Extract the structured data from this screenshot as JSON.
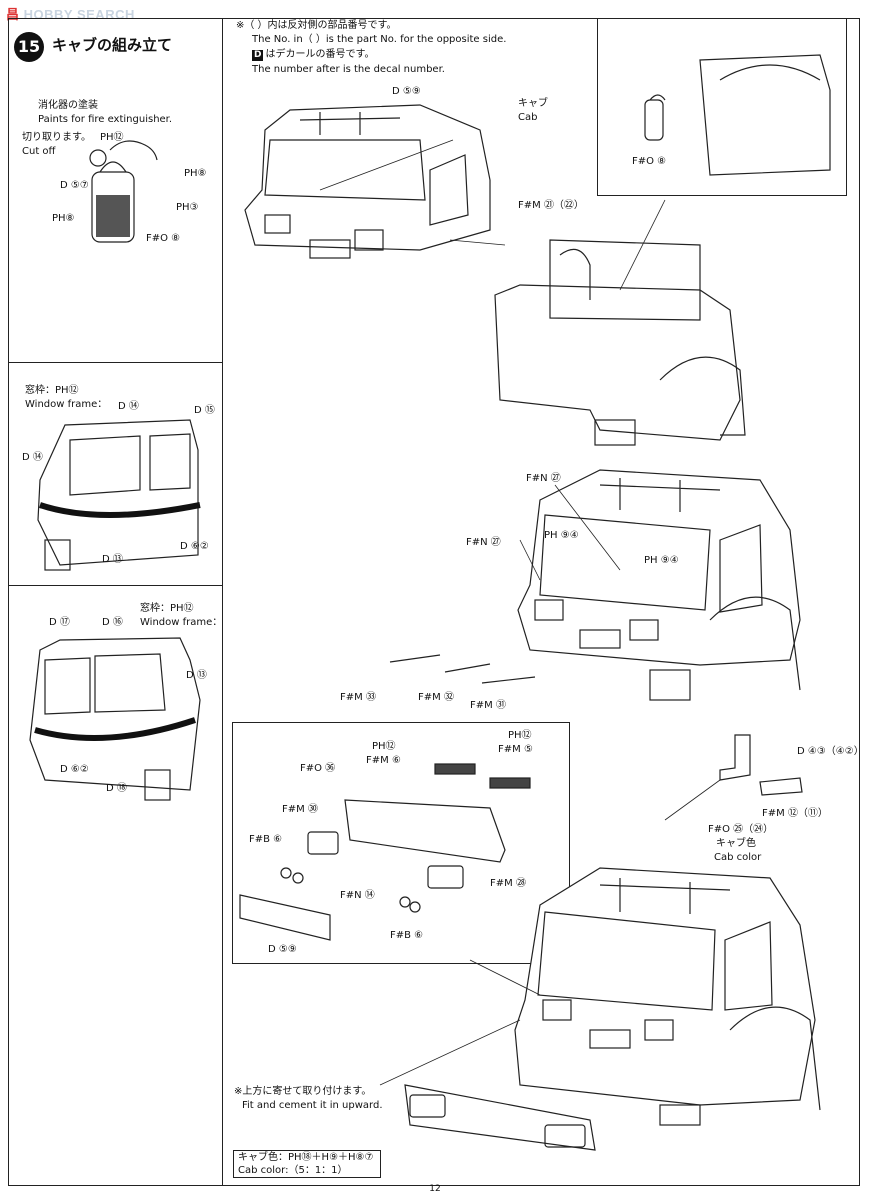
{
  "watermark": {
    "brand_cn": "昌",
    "brand_latin": "HOBBY SEARCH"
  },
  "step": {
    "number": "15",
    "title": "キャブの組み立て"
  },
  "notes": {
    "line1_jp": "※（ ）内は反対側の部品番号です。",
    "line2_en": "The No. in（ ）is the part No. for the opposite side.",
    "line3_jp": "はデカールの番号です。",
    "line4_en": "The number after     is the decal number.",
    "decal_mark": "D"
  },
  "extinguisher": {
    "title_jp": "消化器の塗装",
    "title_en": "Paints for fire extinguisher.",
    "cut_jp": "切り取ります。",
    "cut_en": "Cut off",
    "ph12": "PH⑫",
    "ph8_a": "PH⑧",
    "ph3": "PH③",
    "ph8_b": "PH⑧",
    "d57": "D ⑤⑦",
    "fo8": "F#O ⑧"
  },
  "side1": {
    "label_jp": "窓枠：PH⑫",
    "label_en": "Window frame：",
    "d_a": "D ⑭",
    "d_b": "D ⑮",
    "d_c": "D ⑭",
    "d_62": "D ⑥②",
    "d_13": "D ⑬"
  },
  "side2": {
    "label_jp": "窓枠：PH⑫",
    "label_en": "Window frame：",
    "d_17": "D ⑰",
    "d_16": "D ⑯",
    "d_13": "D ⑬",
    "d_62": "D ⑥②",
    "d_18": "D ⑱"
  },
  "top_area": {
    "d59": "D ⑤⑨",
    "cab_jp": "キャブ",
    "cab_en": "Cab",
    "fm21": "F#M ㉑（㉒）",
    "inset_fo8": "F#O ⑧"
  },
  "mid_area": {
    "fn27_a": "F#N ㉗",
    "fn27_b": "F#N ㉗",
    "ph94_a": "PH ⑨④",
    "ph94_b": "PH ⑨④",
    "fm33": "F#M ㉝",
    "fm32": "F#M ㉜",
    "fm31": "F#M ㉛",
    "d43": "D ④③（④②）",
    "fm12": "F#M ⑫（⑪）",
    "fo25": "F#O ㉕（㉔）",
    "cabcolor_jp": "キャブ色",
    "cabcolor_en": "Cab color"
  },
  "bumper_box": {
    "ph12_a": "PH⑫",
    "fm6": "F#M ⑥",
    "ph12_b": "PH⑫",
    "fm5": "F#M ⑤",
    "fo36": "F#O ㊱",
    "fm30": "F#M ㉚",
    "fb6_a": "F#B ⑥",
    "fn14": "F#N ⑭",
    "fm28": "F#M ㉘",
    "fb6_b": "F#B ⑥",
    "d59": "D ⑤⑨"
  },
  "bottom_note": {
    "jp": "※上方に寄せて取り付けます。",
    "en": "Fit and cement it in upward."
  },
  "cab_color_mix": {
    "jp": "キャブ色：PH⑱＋H⑨＋H⑧⑦",
    "en": "Cab color:（5：1：1）"
  },
  "page_number": "12"
}
